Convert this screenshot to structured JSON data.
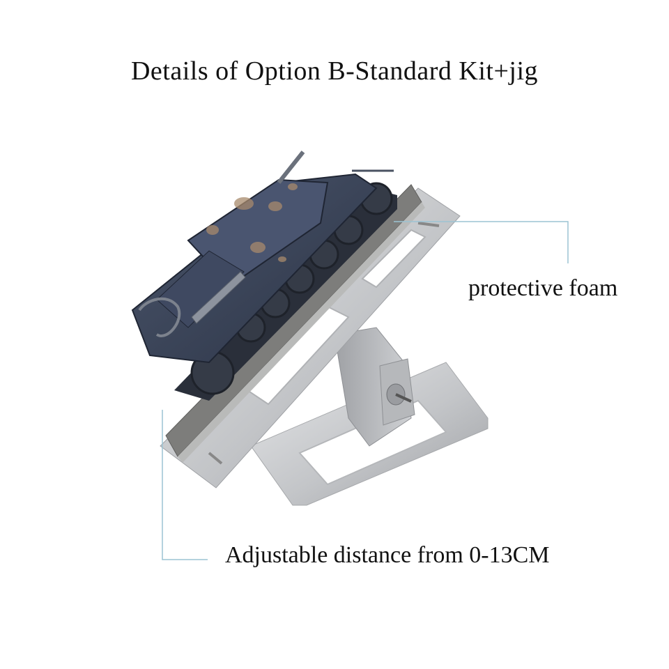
{
  "title": "Details of Option B-Standard Kit+jig",
  "callouts": {
    "foam": "protective foam",
    "distance": "Adjustable distance from 0-13CM"
  },
  "colors": {
    "callout_line": "#9cc3d3",
    "tank_body": "#3a4458",
    "jig_metal": "#c4c6c9",
    "foam": "#7d7d7b"
  }
}
